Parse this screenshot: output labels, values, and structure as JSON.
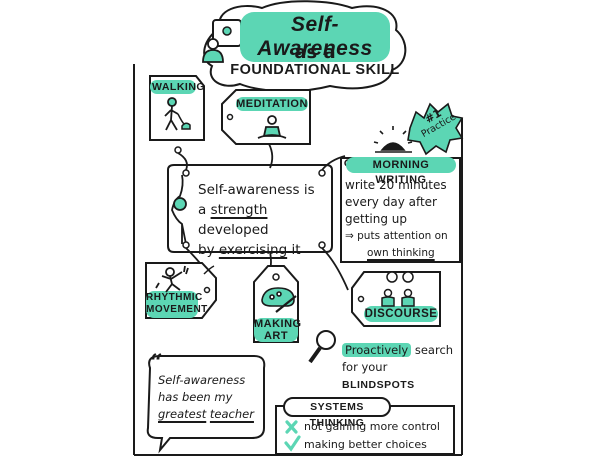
{
  "title": {
    "line1": "Self-Awareness",
    "line2": "as a",
    "line3": "FOUNDATIONAL SKILL"
  },
  "center": {
    "t1": "Self-awareness is",
    "t2a": "a",
    "t2b": "strength",
    "t2c": "developed",
    "t3a": "by",
    "t3b": "exercising",
    "t3c": "it"
  },
  "tags": {
    "walking": "WALKING",
    "meditation": "MEDITATION",
    "rhythmic_1": "RHYTHMIC",
    "rhythmic_2": "MOVEMENT",
    "making_art_1": "MAKING",
    "making_art_2": "ART",
    "discourse": "DISCOURSE"
  },
  "badge": {
    "line1": "#1",
    "line2": "Practice"
  },
  "morning": {
    "title": "MORNING WRITING",
    "l1": "write 20 minutes",
    "l2": "every day after",
    "l3": "getting up",
    "l4": "⇒ puts attention on",
    "l5": "own thinking"
  },
  "search": {
    "l1a": "Proactively",
    "l1b": "search",
    "l2a": "for your",
    "l2b": "BLINDSPOTS"
  },
  "quote": {
    "l1": "Self-awareness",
    "l2": "has been my",
    "l3a": "greatest",
    "l3b": "teacher"
  },
  "systems": {
    "title": "SYSTEMS THINKING",
    "item1": "not gaining more control",
    "item2": "making better choices"
  },
  "colors": {
    "accent": "#5cd6b4",
    "ink": "#1a1a1a"
  }
}
